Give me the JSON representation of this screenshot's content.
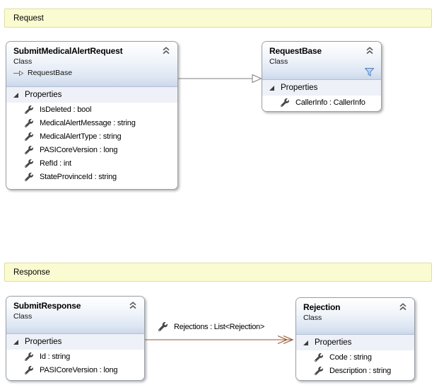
{
  "banners": [
    {
      "label": "Request"
    },
    {
      "label": "Response"
    }
  ],
  "classes": {
    "submit_medical_alert_request": {
      "title": "SubmitMedicalAlertRequest",
      "stereotype": "Class",
      "base_type": "RequestBase",
      "compartment_label": "Properties",
      "members": [
        "IsDeleted : bool",
        "MedicalAlertMessage : string",
        "MedicalAlertType : string",
        "PASICoreVersion : long",
        "RefId : int",
        "StateProvinceId : string"
      ]
    },
    "request_base": {
      "title": "RequestBase",
      "stereotype": "Class",
      "compartment_label": "Properties",
      "members": [
        "CallerInfo : CallerInfo"
      ]
    },
    "submit_response": {
      "title": "SubmitResponse",
      "stereotype": "Class",
      "compartment_label": "Properties",
      "members": [
        "Id : string",
        "PASICoreVersion : long"
      ]
    },
    "rejection": {
      "title": "Rejection",
      "stereotype": "Class",
      "compartment_label": "Properties",
      "members": [
        "Code : string",
        "Description : string"
      ]
    }
  },
  "connectors": {
    "association_label": "Rejections : List<Rejection>"
  },
  "icons": {
    "collapse": "chevron-double-up",
    "expander": "triangle-expanded",
    "member": "wrench",
    "filter": "funnel",
    "base_type": "hollow-arrow-right",
    "inheritance_arrowhead": "hollow-triangle",
    "association_arrowhead": "double-open-chevron"
  },
  "colors": {
    "banner_bg": "#fbfbd2",
    "banner_border": "#dedf9b",
    "box_border": "#9aa0a8",
    "header_gradient_end": "#ccd8ea",
    "compartment_bg": "#eef1f8",
    "inheritance_line": "#7f7f7f",
    "association_line": "#96572e",
    "filter_icon": "#4f81bd",
    "wrench_icon": "#474747"
  }
}
